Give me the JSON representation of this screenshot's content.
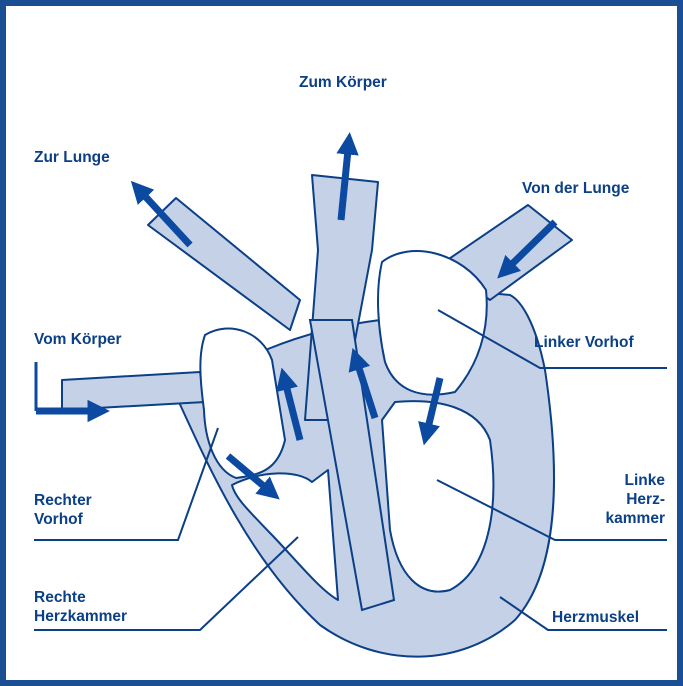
{
  "diagram": {
    "colors": {
      "frame": "#1b4f93",
      "tissue": "#c5d1e6",
      "outline": "#0b3f86",
      "arrow": "#0b4aa0",
      "leader": "#0b3f86"
    },
    "labels": {
      "zum_koerper": "Zum Körper",
      "zur_lunge": "Zur Lunge",
      "von_der_lunge": "Von der Lunge",
      "vom_koerper": "Vom Körper",
      "linker_vorhof": "Linker Vorhof",
      "rechter_vorhof": "Rechter\nVorhof",
      "linke_herzkammer": "Linke\nHerz-\nkammer",
      "rechte_herzkammer": "Rechte\nHerzkammer",
      "herzmuskel": "Herzmuskel"
    }
  }
}
